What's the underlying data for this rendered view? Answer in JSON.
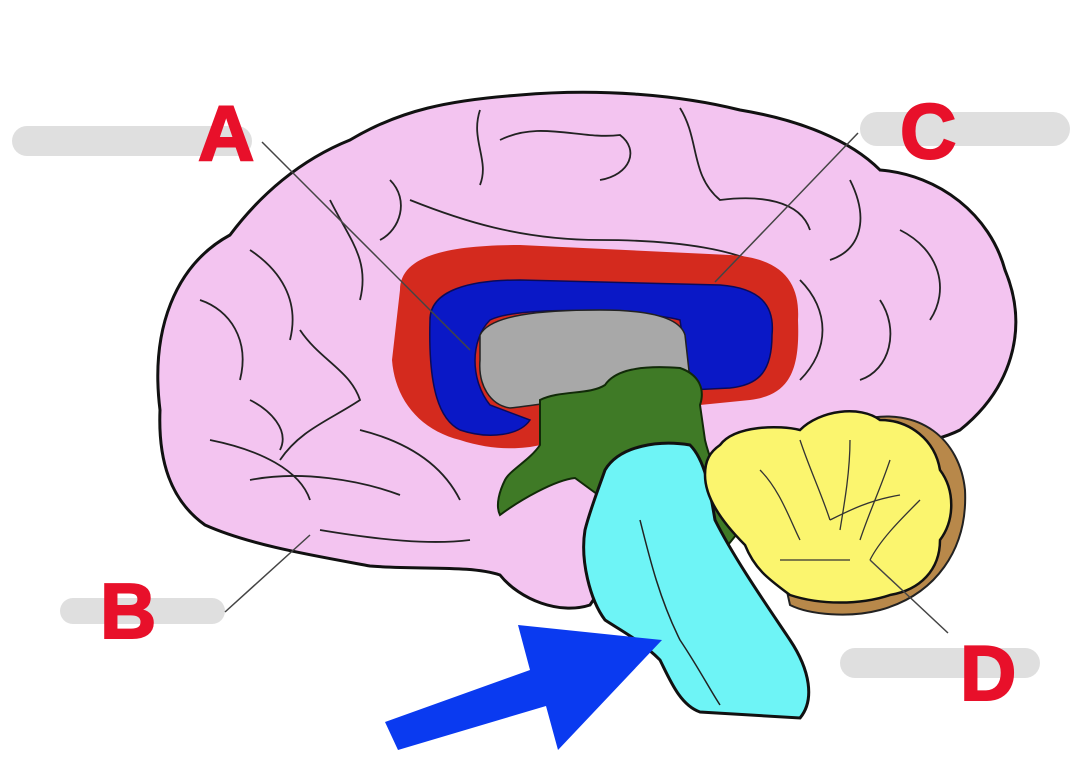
{
  "labels": {
    "a": "A",
    "b": "B",
    "c": "C",
    "d": "D"
  },
  "colors": {
    "cerebrum": "#f3c4f0",
    "cingulate": "#d42a1e",
    "corpus_callosum": "#0a18c6",
    "ventricle": "#a8a8a8",
    "diencephalon": "#3f7a26",
    "brainstem": "#6ef4f6",
    "cerebellum": "#fbf56e",
    "cerebellum_rim": "#b8884a",
    "arrow": "#0a3af0",
    "label_text": "#e8102a",
    "label_blank": "#d9d9d9"
  },
  "icons": {
    "pointer": "blue-arrow-icon"
  }
}
